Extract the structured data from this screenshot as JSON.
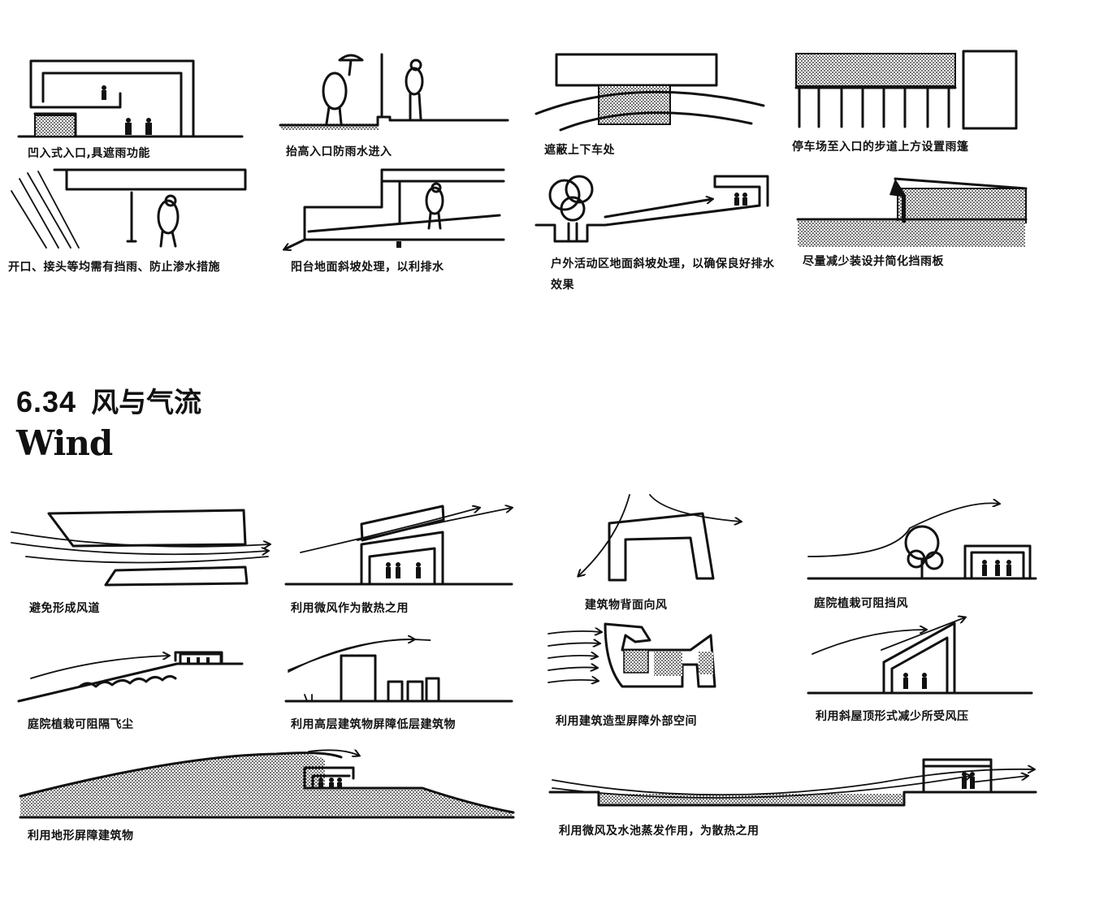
{
  "rain_captions": [
    "凹入式入口,具遮雨功能",
    "抬高入口防雨水进入",
    "遮蔽上下车处",
    "停车场至入口的步道上方设置雨篷",
    "开口、接头等均需有挡雨、防止渗水措施",
    "阳台地面斜坡处理，以利排水",
    "户外活动区地面斜坡处理，以确保良好排水效果",
    "尽量减少装设并简化挡雨板"
  ],
  "section": {
    "number": "6.34",
    "title_cn": "风与气流",
    "title_en": "Wind"
  },
  "wind_captions": [
    "避免形成风道",
    "利用微风作为散热之用",
    "建筑物背面向风",
    "庭院植栽可阻挡风",
    "庭院植栽可阻隔飞尘",
    "利用高层建筑物屏障低层建筑物",
    "利用建筑造型屏障外部空间",
    "利用斜屋顶形式减少所受风压",
    "利用地形屏障建筑物",
    "利用微风及水池蒸发作用，为散热之用"
  ]
}
